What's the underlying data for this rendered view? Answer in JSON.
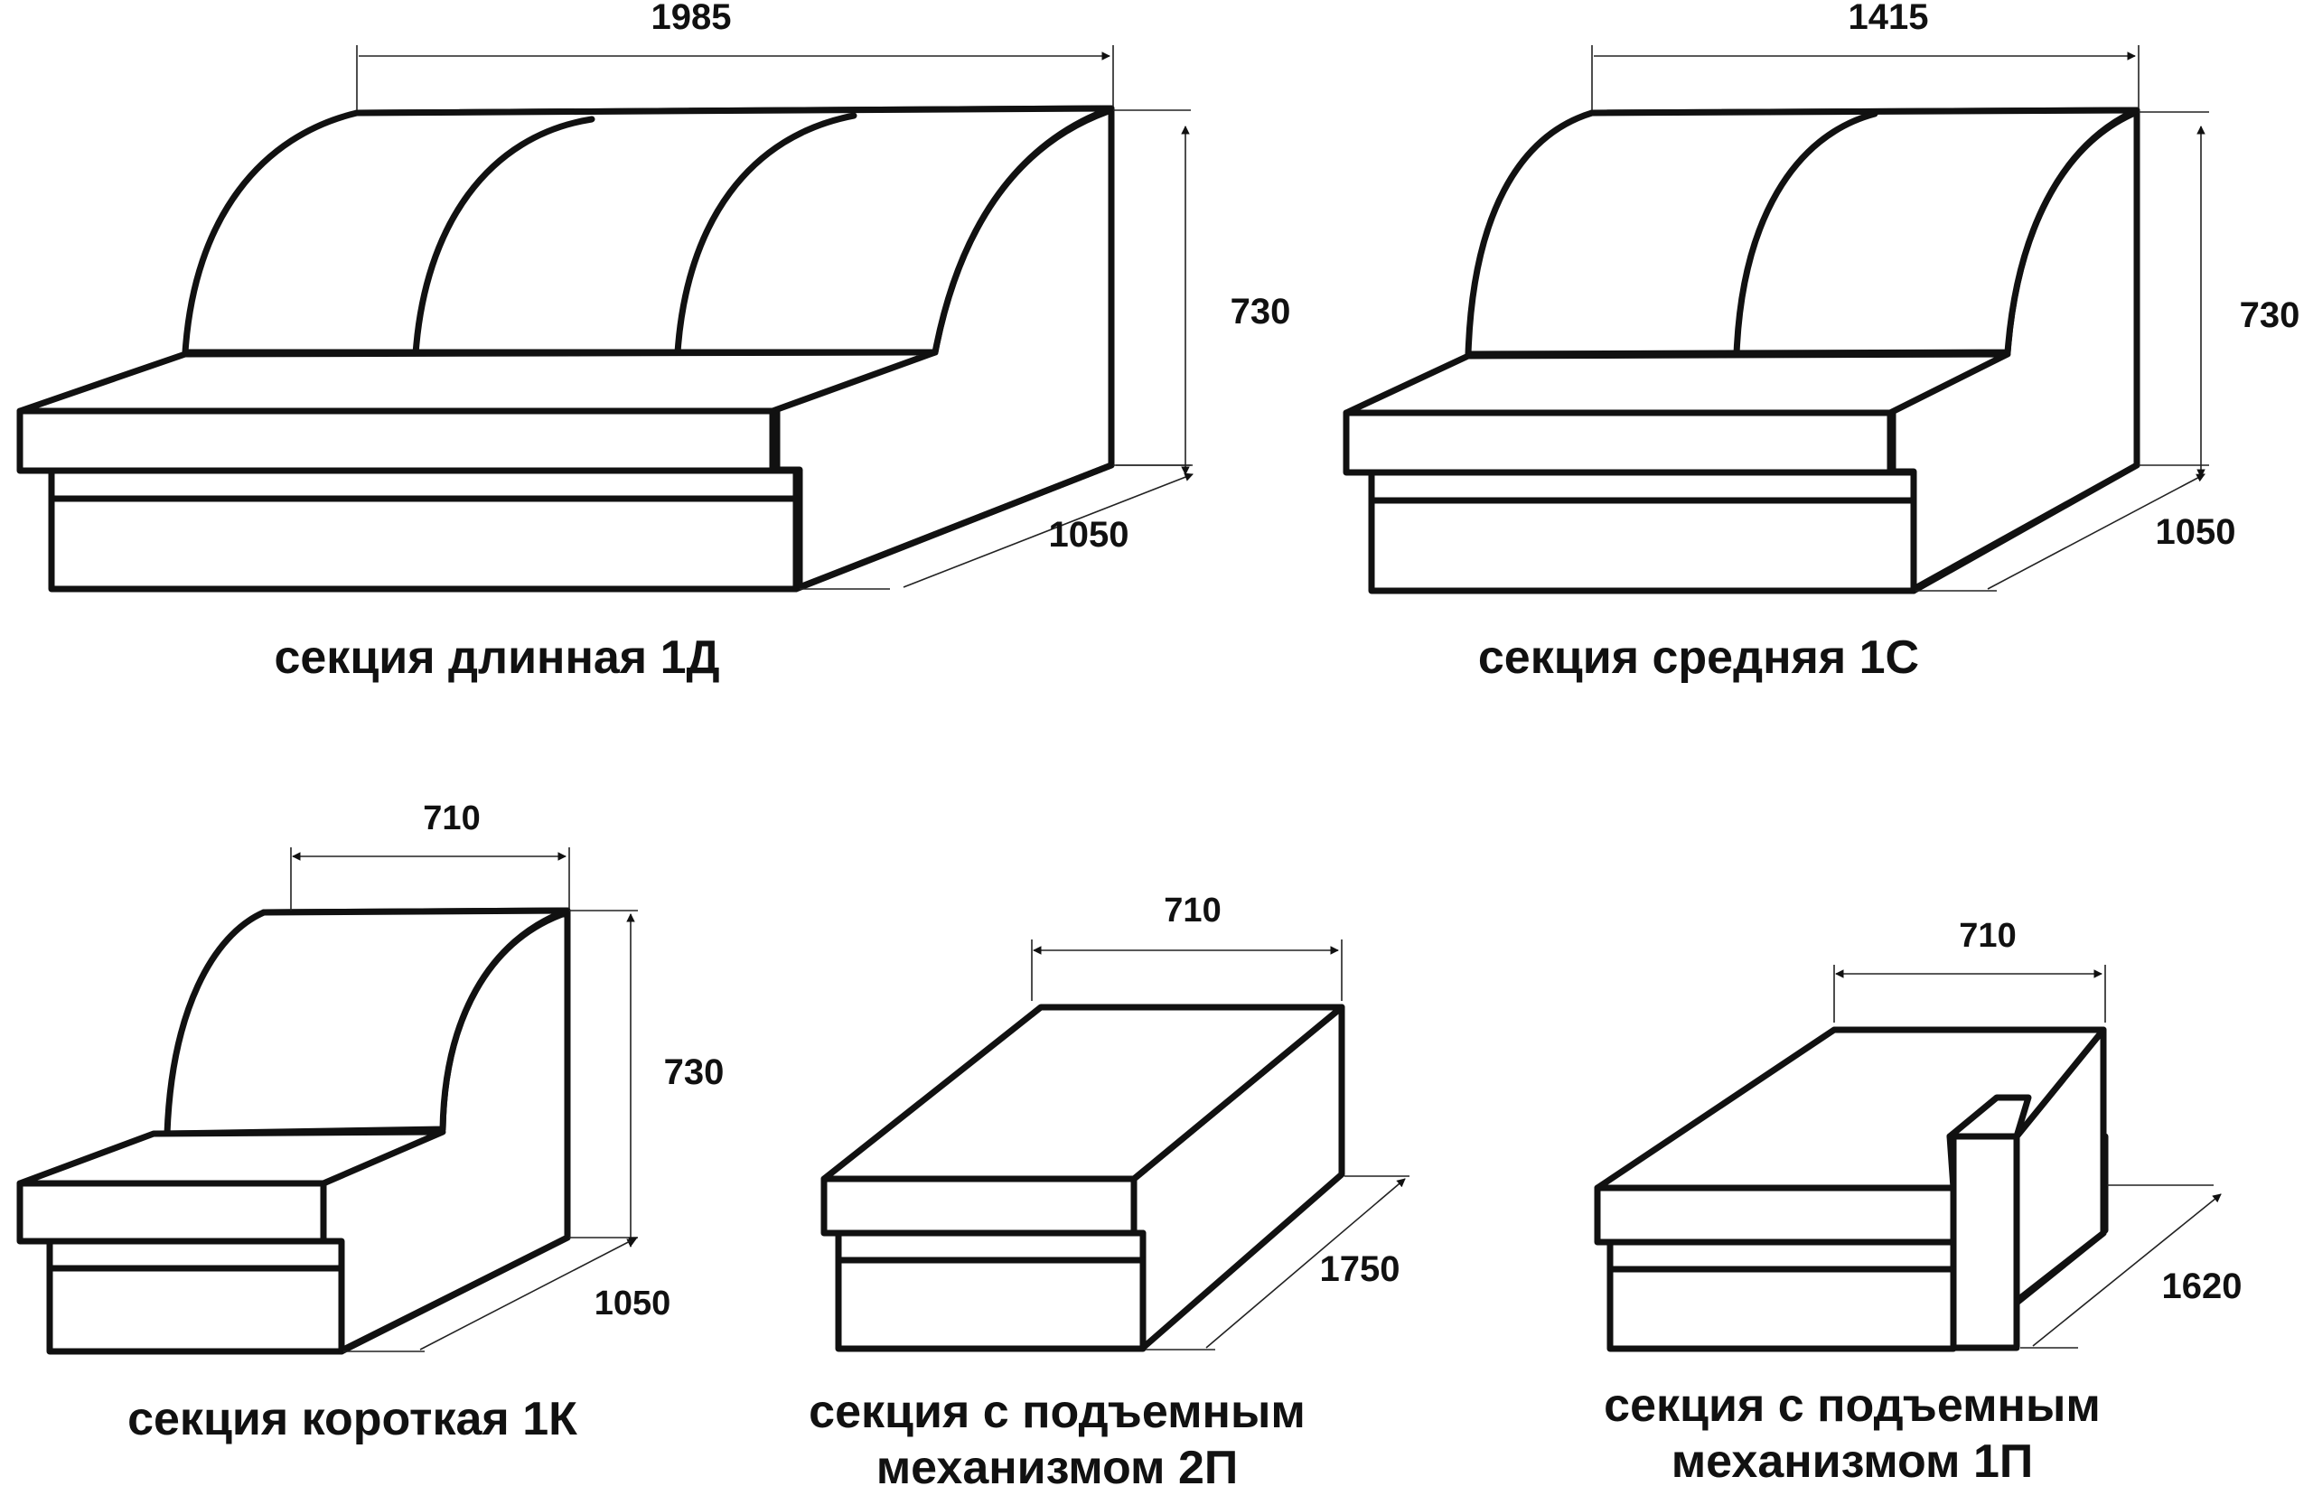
{
  "sections": {
    "long": {
      "caption": "секция длинная 1Д",
      "width": "1985",
      "height": "730",
      "depth": "1050"
    },
    "middle": {
      "caption": "секция средняя 1С",
      "width": "1415",
      "height": "730",
      "depth": "1050"
    },
    "short": {
      "caption": "секция короткая 1К",
      "width": "710",
      "height": "730",
      "depth": "1050"
    },
    "lift_2p": {
      "caption_line1": "секция с подъемным",
      "caption_line2": "механизмом 2П",
      "width": "710",
      "depth": "1750"
    },
    "lift_1p": {
      "caption_line1": "секция с подъемным",
      "caption_line2": "механизмом 1П",
      "width": "710",
      "depth": "1620"
    }
  }
}
